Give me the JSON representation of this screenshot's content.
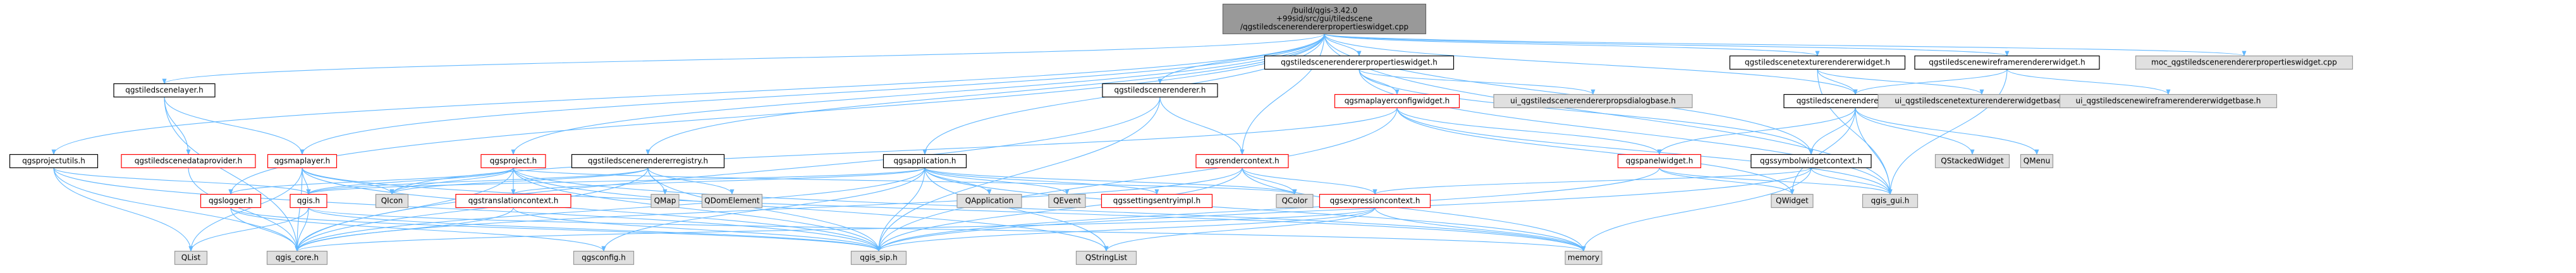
{
  "graph": {
    "edge_color": "#63b8ff",
    "arrow_color": "#63b8ff",
    "palette": {
      "root": {
        "fill": "#999999",
        "stroke": "#666666"
      },
      "normal": {
        "fill": "#ffffff",
        "stroke": "#000000"
      },
      "red": {
        "fill": "#ffffff",
        "stroke": "#ff0000"
      },
      "external": {
        "fill": "#e0e0e0",
        "stroke": "#999999"
      }
    },
    "nodes": [
      {
        "id": "root",
        "style": "root",
        "lines": [
          "/build/qgis-3.42.0",
          "+99sid/src/gui/tiledscene",
          "/qgstiledscenerendererpropertieswidget.cpp"
        ]
      },
      {
        "id": "qgstiledscenelayer",
        "style": "normal",
        "lines": [
          "qgstiledscenelayer.h"
        ]
      },
      {
        "id": "qgsprojectutils",
        "style": "normal",
        "lines": [
          "qgsprojectutils.h"
        ]
      },
      {
        "id": "qgstiledscenedataprovider",
        "style": "red",
        "lines": [
          "qgstiledscenedataprovider.h"
        ]
      },
      {
        "id": "qgsmaplayer",
        "style": "red",
        "lines": [
          "qgsmaplayer.h"
        ]
      },
      {
        "id": "qgsproject",
        "style": "red",
        "lines": [
          "qgsproject.h"
        ]
      },
      {
        "id": "qgstiledscenerendererregistry",
        "style": "normal",
        "lines": [
          "qgstiledscenerendererregistry.h"
        ]
      },
      {
        "id": "qgsapplication",
        "style": "normal",
        "lines": [
          "qgsapplication.h"
        ]
      },
      {
        "id": "qgstiledscenerenderer",
        "style": "normal",
        "lines": [
          "qgstiledscenerenderer.h"
        ]
      },
      {
        "id": "qgsrendercontext",
        "style": "red",
        "lines": [
          "qgsrendercontext.h"
        ]
      },
      {
        "id": "qgstiledscenerendererpropertieswidget_h",
        "style": "normal",
        "lines": [
          "qgstiledscenerendererpropertieswidget.h"
        ]
      },
      {
        "id": "qgsmaplayerconfigwidget",
        "style": "red",
        "lines": [
          "qgsmaplayerconfigwidget.h"
        ]
      },
      {
        "id": "ui_propsdialogbase",
        "style": "external",
        "lines": [
          "ui_qgstiledscenerendererpropsdialogbase.h"
        ]
      },
      {
        "id": "qgstiledscenetexturerendererwidget",
        "style": "normal",
        "lines": [
          "qgstiledscenetexturerendererwidget.h"
        ]
      },
      {
        "id": "qgstiledscenewireframerendererwidget",
        "style": "normal",
        "lines": [
          "qgstiledscenewireframerendererwidget.h"
        ]
      },
      {
        "id": "moc_widget",
        "style": "external",
        "lines": [
          "moc_qgstiledscenerendererpropertieswidget.cpp"
        ]
      },
      {
        "id": "qgstiledscenerendererwidget",
        "style": "normal",
        "lines": [
          "qgstiledscenerendererwidget.h"
        ]
      },
      {
        "id": "ui_texturebase",
        "style": "external",
        "lines": [
          "ui_qgstiledscenetexturerendererwidgetbase.h"
        ]
      },
      {
        "id": "ui_wireframebase",
        "style": "external",
        "lines": [
          "ui_qgstiledscenewireframerendererwidgetbase.h"
        ]
      },
      {
        "id": "qgspanelwidget",
        "style": "red",
        "lines": [
          "qgspanelwidget.h"
        ]
      },
      {
        "id": "qgssymbolwidgetcontext",
        "style": "normal",
        "lines": [
          "qgssymbolwidgetcontext.h"
        ]
      },
      {
        "id": "qstackedwidget",
        "style": "external",
        "lines": [
          "QStackedWidget"
        ]
      },
      {
        "id": "qmenu",
        "style": "external",
        "lines": [
          "QMenu"
        ]
      },
      {
        "id": "qgsexpressioncontext",
        "style": "red",
        "lines": [
          "qgsexpressioncontext.h"
        ]
      },
      {
        "id": "qgslogger",
        "style": "red",
        "lines": [
          "qgslogger.h"
        ]
      },
      {
        "id": "qgis_h",
        "style": "red",
        "lines": [
          "qgis.h"
        ]
      },
      {
        "id": "qgstranslationcontext",
        "style": "red",
        "lines": [
          "qgstranslationcontext.h"
        ]
      },
      {
        "id": "qicon",
        "style": "external",
        "lines": [
          "QIcon"
        ]
      },
      {
        "id": "qmap",
        "style": "external",
        "lines": [
          "QMap"
        ]
      },
      {
        "id": "qdomelement",
        "style": "external",
        "lines": [
          "QDomElement"
        ]
      },
      {
        "id": "qapplication",
        "style": "external",
        "lines": [
          "QApplication"
        ]
      },
      {
        "id": "qevent",
        "style": "external",
        "lines": [
          "QEvent"
        ]
      },
      {
        "id": "qgssettingsentryimpl",
        "style": "red",
        "lines": [
          "qgssettingsentryimpl.h"
        ]
      },
      {
        "id": "qcolor",
        "style": "external",
        "lines": [
          "QColor"
        ]
      },
      {
        "id": "qwidget",
        "style": "external",
        "lines": [
          "QWidget"
        ]
      },
      {
        "id": "qgis_gui",
        "style": "external",
        "lines": [
          "qgis_gui.h"
        ]
      },
      {
        "id": "qlist",
        "style": "external",
        "lines": [
          "QList"
        ]
      },
      {
        "id": "qgis_core",
        "style": "external",
        "lines": [
          "qgis_core.h"
        ]
      },
      {
        "id": "qgsconfig",
        "style": "external",
        "lines": [
          "qgsconfig.h"
        ]
      },
      {
        "id": "qgis_sip",
        "style": "external",
        "lines": [
          "qgis_sip.h"
        ]
      },
      {
        "id": "qstringlist",
        "style": "external",
        "lines": [
          "QStringList"
        ]
      },
      {
        "id": "memory",
        "style": "external",
        "lines": [
          "memory"
        ]
      }
    ],
    "edges": [
      [
        "root",
        "qgstiledscenelayer"
      ],
      [
        "root",
        "qgsprojectutils"
      ],
      [
        "root",
        "qgsmaplayer"
      ],
      [
        "root",
        "qgsproject"
      ],
      [
        "root",
        "qgstiledscenerendererregistry"
      ],
      [
        "root",
        "qgsapplication"
      ],
      [
        "root",
        "qgstiledscenerenderer"
      ],
      [
        "root",
        "qgstiledscenerendererpropertieswidget_h"
      ],
      [
        "root",
        "qgstiledscenetexturerendererwidget"
      ],
      [
        "root",
        "qgstiledscenewireframerendererwidget"
      ],
      [
        "root",
        "moc_widget"
      ],
      [
        "root",
        "qgstiledscenerendererwidget"
      ],
      [
        "root",
        "qgssymbolwidgetcontext"
      ],
      [
        "root",
        "qgis_gui"
      ],
      [
        "root",
        "qgslogger"
      ],
      [
        "root",
        "qgsrendercontext"
      ],
      [
        "qgstiledscenelayer",
        "qgsmaplayer"
      ],
      [
        "qgstiledscenelayer",
        "qgstiledscenedataprovider"
      ],
      [
        "qgstiledscenelayer",
        "qgis_core"
      ],
      [
        "qgsprojectutils",
        "qgis_core"
      ],
      [
        "qgsprojectutils",
        "qgis_sip"
      ],
      [
        "qgsprojectutils",
        "qlist"
      ],
      [
        "qgsprojectutils",
        "qgis_h"
      ],
      [
        "qgstiledscenedataprovider",
        "qgis_core"
      ],
      [
        "qgsmaplayer",
        "qgis_core"
      ],
      [
        "qgsmaplayer",
        "qgis_h"
      ],
      [
        "qgsmaplayer",
        "qgis_sip"
      ],
      [
        "qgsmaplayer",
        "qicon"
      ],
      [
        "qgsmaplayer",
        "qlist"
      ],
      [
        "qgsmaplayer",
        "memory"
      ],
      [
        "qgsproject",
        "qgis_core"
      ],
      [
        "qgsproject",
        "qgis_h"
      ],
      [
        "qgsproject",
        "qgslogger"
      ],
      [
        "qgsproject",
        "qgstranslationcontext"
      ],
      [
        "qgsproject",
        "qstringlist"
      ],
      [
        "qgsproject",
        "qgis_sip"
      ],
      [
        "qgsproject",
        "memory"
      ],
      [
        "qgsproject",
        "qicon"
      ],
      [
        "qgsproject",
        "qcolor"
      ],
      [
        "qgstiledscenerendererregistry",
        "qgis_core"
      ],
      [
        "qgstiledscenerendererregistry",
        "qgis_sip"
      ],
      [
        "qgstiledscenerendererregistry",
        "qmap"
      ],
      [
        "qgstiledscenerendererregistry",
        "qdomelement"
      ],
      [
        "qgstiledscenerendererregistry",
        "qicon"
      ],
      [
        "qgstiledscenerendererregistry",
        "qgis_h"
      ],
      [
        "qgsapplication",
        "qgis_core"
      ],
      [
        "qgsapplication",
        "qapplication"
      ],
      [
        "qgsapplication",
        "qevent"
      ],
      [
        "qgsapplication",
        "qstringlist"
      ],
      [
        "qgsapplication",
        "qgsconfig"
      ],
      [
        "qgsapplication",
        "qgstranslationcontext"
      ],
      [
        "qgsapplication",
        "qgssettingsentryimpl"
      ],
      [
        "qgsapplication",
        "qcolor"
      ],
      [
        "qgsapplication",
        "qgis_sip"
      ],
      [
        "qgsapplication",
        "qgis_h"
      ],
      [
        "qgsapplication",
        "memory"
      ],
      [
        "qgstiledscenerenderer",
        "qgis_core"
      ],
      [
        "qgstiledscenerenderer",
        "qgis_sip"
      ],
      [
        "qgstiledscenerenderer",
        "qgsrendercontext"
      ],
      [
        "qgsrendercontext",
        "qgis_core"
      ],
      [
        "qgsrendercontext",
        "qgis_sip"
      ],
      [
        "qgsrendercontext",
        "qcolor"
      ],
      [
        "qgsrendercontext",
        "memory"
      ],
      [
        "qgsrendercontext",
        "qgsexpressioncontext"
      ],
      [
        "qgstiledscenerendererpropertieswidget_h",
        "qgsmaplayerconfigwidget"
      ],
      [
        "qgstiledscenerendererpropertieswidget_h",
        "ui_propsdialogbase"
      ],
      [
        "qgstiledscenerendererpropertieswidget_h",
        "qgis_gui"
      ],
      [
        "qgstiledscenerendererpropertieswidget_h",
        "qgssymbolwidgetcontext"
      ],
      [
        "qgsmaplayerconfigwidget",
        "qgspanelwidget"
      ],
      [
        "qgsmaplayerconfigwidget",
        "qgis_gui"
      ],
      [
        "qgsmaplayerconfigwidget",
        "qgis_sip"
      ],
      [
        "qgsmaplayerconfigwidget",
        "qwidget"
      ],
      [
        "qgsmaplayerconfigwidget",
        "qicon"
      ],
      [
        "qgstiledscenetexturerendererwidget",
        "qgstiledscenerendererwidget"
      ],
      [
        "qgstiledscenetexturerendererwidget",
        "ui_texturebase"
      ],
      [
        "qgstiledscenetexturerendererwidget",
        "qgis_gui"
      ],
      [
        "qgstiledscenewireframerendererwidget",
        "qgstiledscenerendererwidget"
      ],
      [
        "qgstiledscenewireframerendererwidget",
        "ui_wireframebase"
      ],
      [
        "qgstiledscenewireframerendererwidget",
        "qgis_gui"
      ],
      [
        "qgstiledscenerendererwidget",
        "qgspanelwidget"
      ],
      [
        "qgstiledscenerendererwidget",
        "qgssymbolwidgetcontext"
      ],
      [
        "qgstiledscenerendererwidget",
        "qstackedwidget"
      ],
      [
        "qgstiledscenerendererwidget",
        "qmenu"
      ],
      [
        "qgstiledscenerendererwidget",
        "qgis_gui"
      ],
      [
        "qgstiledscenerendererwidget",
        "qwidget"
      ],
      [
        "qgspanelwidget",
        "qwidget"
      ],
      [
        "qgspanelwidget",
        "qgis_gui"
      ],
      [
        "qgspanelwidget",
        "qgis_sip"
      ],
      [
        "qgssymbolwidgetcontext",
        "qgis_gui"
      ],
      [
        "qgssymbolwidgetcontext",
        "qgsexpressioncontext"
      ],
      [
        "qgssymbolwidgetcontext",
        "memory"
      ],
      [
        "qgssymbolwidgetcontext",
        "qgis_sip"
      ],
      [
        "qgsexpressioncontext",
        "qgis_core"
      ],
      [
        "qgsexpressioncontext",
        "qgis_sip"
      ],
      [
        "qgsexpressioncontext",
        "qstringlist"
      ],
      [
        "qgsexpressioncontext",
        "memory"
      ],
      [
        "qgslogger",
        "qgis_core"
      ],
      [
        "qgslogger",
        "qgsconfig"
      ],
      [
        "qgslogger",
        "qgis_sip"
      ],
      [
        "qgis_h",
        "qgis_core"
      ],
      [
        "qgis_h",
        "qgis_sip"
      ],
      [
        "qgis_h",
        "qlist"
      ],
      [
        "qgis_h",
        "memory"
      ],
      [
        "qgstranslationcontext",
        "qgis_core"
      ],
      [
        "qgstranslationcontext",
        "qgis_sip"
      ]
    ]
  }
}
